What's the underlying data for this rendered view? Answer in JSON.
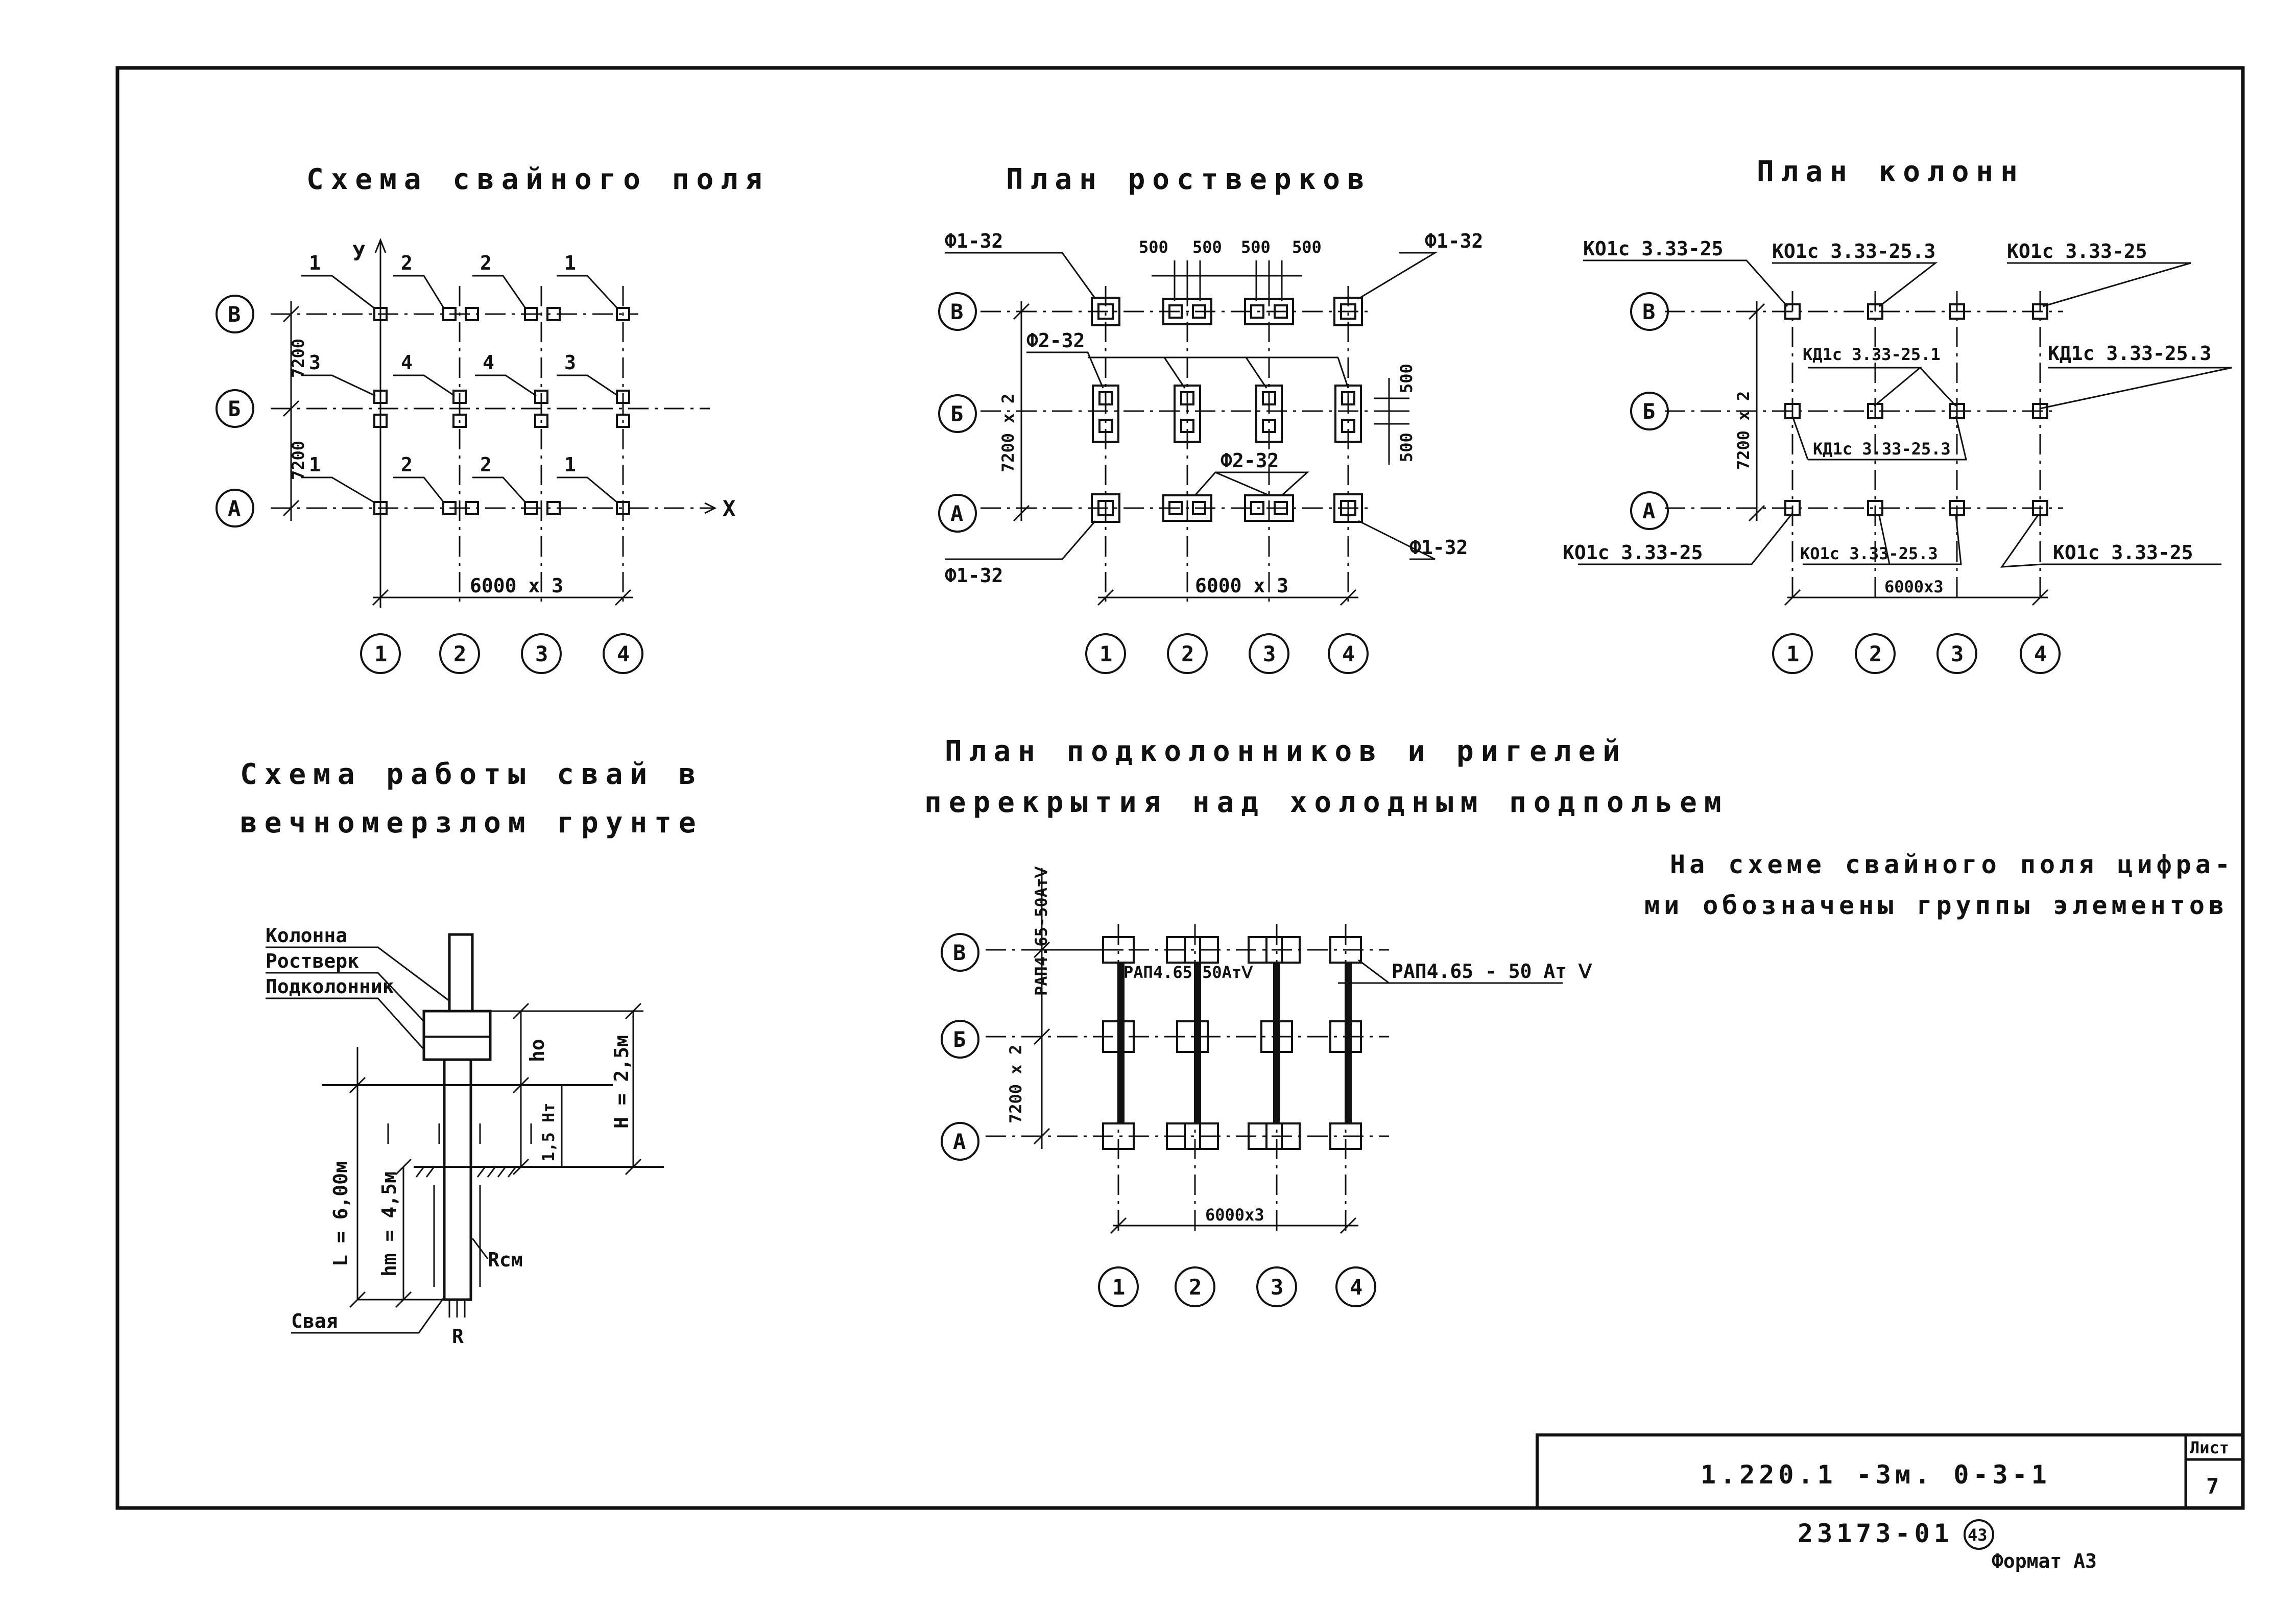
{
  "titles": {
    "pile_field": "Схема свайного поля",
    "grillage": "План ростверков",
    "columns": "План колонн",
    "pile_work_1": "Схема работы свай в",
    "pile_work_2": "вечномерзлом грунте",
    "subcolumns_1": "План подколонников и ригелей",
    "subcolumns_2": "перекрытия над холодным подпольем"
  },
  "axes": {
    "rows": [
      "В",
      "Б",
      "А"
    ],
    "cols": [
      "1",
      "2",
      "3",
      "4"
    ],
    "x": "X",
    "y": "У"
  },
  "pile_field": {
    "row_dim_1": "7200",
    "row_dim_2": "7200",
    "col_dim": "6000 х 3",
    "groups_top": [
      "1",
      "2",
      "2",
      "1"
    ],
    "groups_mid": [
      "3",
      "4",
      "4",
      "3"
    ],
    "groups_bot": [
      "1",
      "2",
      "2",
      "1"
    ]
  },
  "grillage": {
    "f1_tl": "Ф1-32",
    "f1_tr": "Ф1-32",
    "f1_bl": "Ф1-32",
    "f1_br": "Ф1-32",
    "f2_top": "Ф2-32",
    "f2_bot": "Ф2-32",
    "dims_top": [
      "500",
      "500",
      "500",
      "500"
    ],
    "dims_right": [
      "500",
      "500"
    ],
    "row_dim": "7200 х 2",
    "col_dim": "6000 х 3"
  },
  "columns": {
    "top_1": "КО1с 3.33-25",
    "top_2": "КО1с 3.33-25.3",
    "top_3": "КО1с 3.33-25",
    "mid_1": "КД1с 3.33-25.1",
    "mid_2": "КД1с 3.33-25.3",
    "mid_3": "КД1с 3.33-25.3",
    "bot_1": "КО1с 3.33-25",
    "bot_2": "КО1с 3.33-25.3",
    "bot_3": "КО1с 3.33-25",
    "row_dim": "7200 х 2",
    "col_dim": "6000х3"
  },
  "pile_work": {
    "column": "Колонна",
    "grillage": "Ростверк",
    "subcolumn": "Подколонник",
    "pile": "Свая",
    "L": "L = 6,00м",
    "hm": "hm = 4,5м",
    "H": "H = 2,5м",
    "Ht": "1,5 Hт",
    "ho": "ho",
    "Rcm": "Rсм",
    "R": "R"
  },
  "subcolumns": {
    "beam_left": "РАП4.65-50АтⅤ",
    "beam_mid": "РАП4.65-50АтⅤ",
    "beam_right": "РАП4.65 - 50 Ат Ⅴ",
    "row_dim": "7200 х 2",
    "col_dim": "6000х3"
  },
  "note": {
    "line1": "На схеме свайного поля цифра-",
    "line2": "ми обозначены группы элементов"
  },
  "stamp": {
    "code": "1.220.1 -3м.   0-3-1",
    "sheet_label": "Лист",
    "sheet_no": "7",
    "inventory": "23173-01",
    "inventory_circle": "43",
    "format": "Формат А3"
  }
}
